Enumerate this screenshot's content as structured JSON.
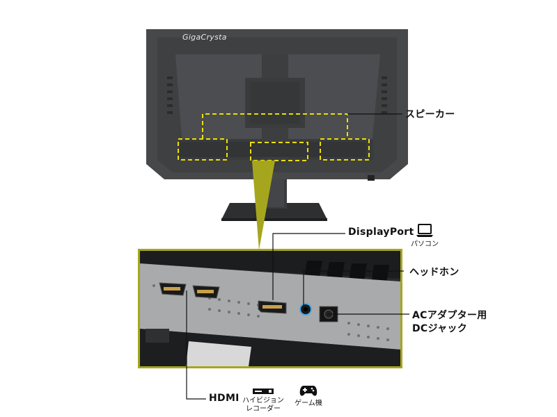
{
  "monitor": {
    "brand": "GigaCrysta"
  },
  "callouts": {
    "speaker": "スピーカー",
    "displayport": "DisplayPort",
    "displayport_device": "パソコン",
    "headphone": "ヘッドホン",
    "ac_adapter_line1": "ACアダプター用",
    "ac_adapter_line2": "DCジャック",
    "hdmi": "HDMI",
    "hdmi_device1_line1": "ハイビジョン",
    "hdmi_device1_line2": "レコーダー",
    "hdmi_device2": "ゲーム機"
  },
  "icons": {
    "displayport_device": "laptop-icon",
    "hdmi_device1": "recorder-icon",
    "hdmi_device2": "gamepad-icon"
  },
  "colors": {
    "highlight": "#ece100",
    "frame": "#a6a61e",
    "monitor_body": "#47484a"
  }
}
